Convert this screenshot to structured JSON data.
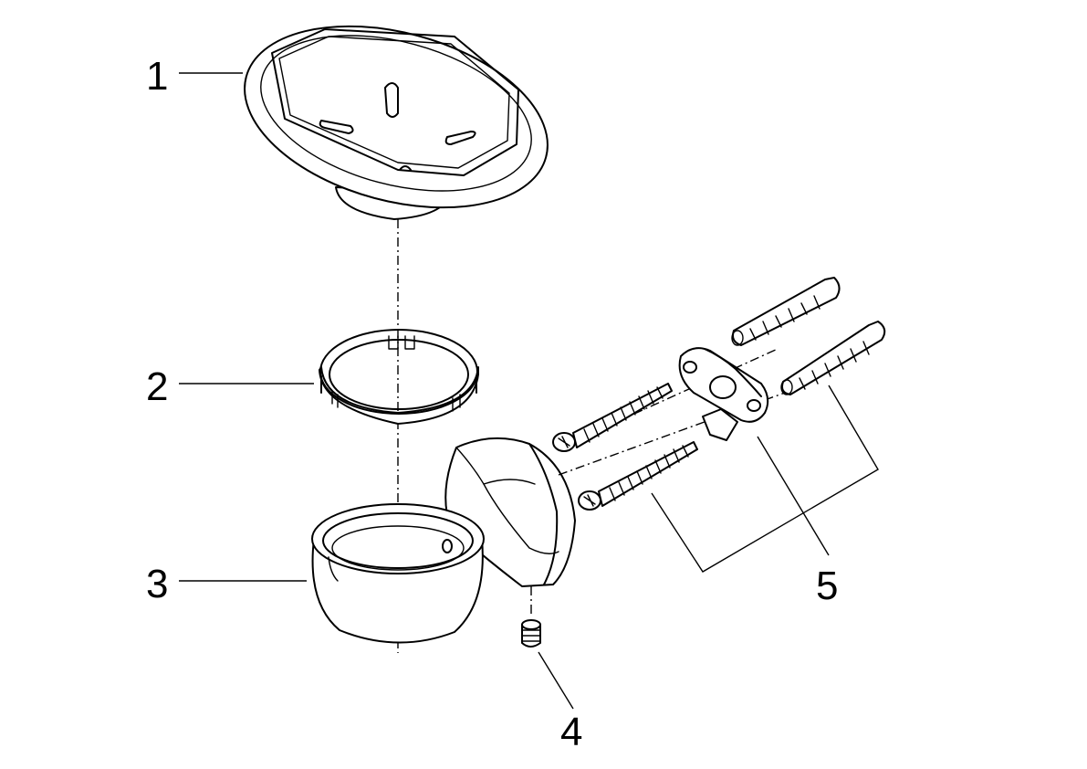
{
  "callouts": [
    {
      "id": "1",
      "label": "1"
    },
    {
      "id": "2",
      "label": "2"
    },
    {
      "id": "3",
      "label": "3"
    },
    {
      "id": "4",
      "label": "4"
    },
    {
      "id": "5",
      "label": "5"
    }
  ],
  "icons": [
    "soap-dish-icon",
    "retaining-ring-icon",
    "holder-cup-icon",
    "set-screw-icon",
    "mounting-plate-icon",
    "wood-screw-icon",
    "wall-plug-icon"
  ]
}
